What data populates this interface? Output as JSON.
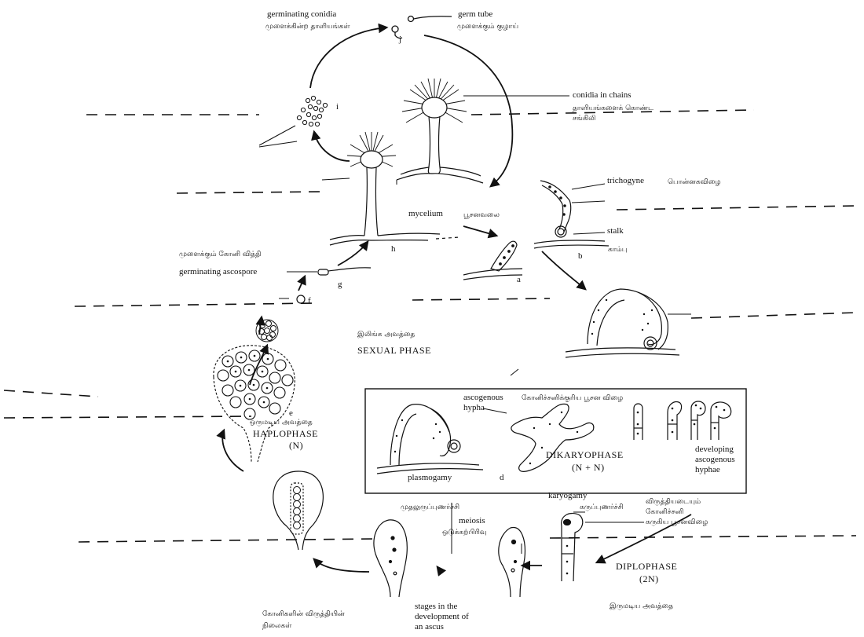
{
  "labels": {
    "germinating_conidia": "germinating conidia",
    "germinating_conidia_ta": "முளைக்கின்ற தாளியங்கள்",
    "germ_tube": "germ tube",
    "germ_tube_ta": "முளைக்கும் குழாய்",
    "j": "j",
    "i": "i",
    "conidia_in_chains": "conidia in chains",
    "conidia_in_chains_ta_1": "தாளியங்களைக் கொண்ட",
    "conidia_in_chains_ta_2": "சங்கிலி",
    "trichogyne": "trichogyne",
    "trichogyne_ta": "பொன்னகவிழை",
    "mycelium": "mycelium",
    "mycelium_ta": "பூசனவலை",
    "stalk": "stalk",
    "b_1": "b",
    "stalk_ta": "காம்பு",
    "h": "h",
    "a": "a",
    "germinating_ascospore_ta": "முளைக்கும் கோனி வித்தி",
    "germinating_ascospore": "germinating ascospore",
    "g": "g",
    "f": "f",
    "sexual_phase_ta": "இலிங்க அவத்தை",
    "sexual_phase": "SEXUAL PHASE",
    "ascogenous_1": "ascogenous",
    "ascogenous_2": "hypha",
    "ascogenous_ta": "கோனிச்சனிக்குரிய பூசன விழை",
    "haplophase_ta": "ஒருமடிய அவத்தை",
    "haplophase": "HAPLOPHASE",
    "haplophase_n": "(N)",
    "e": "e",
    "dikaryophase": "DIKARYOPHASE",
    "dikaryophase_n": "(N + N)",
    "developing_1": "developing",
    "developing_2": "ascogenous",
    "developing_3": "hyphae",
    "plasmogamy": "plasmogamy",
    "d": "d",
    "plasmogamy_ta": "முதலுருப்புணர்ச்சி",
    "dev_hyphae_ta_1": "விருத்தியடையும்",
    "dev_hyphae_ta_2": "கோனிச்சனி",
    "dev_hyphae_ta_3": "கருகிய பூசனவிழை",
    "karyogamy": "karyogamy",
    "karyogamy_ta": "கருப்புணர்ச்சி",
    "meiosis": "meiosis",
    "meiosis_ta": "ஒடுக்கற்பிரிவு",
    "diplophase": "DIPLOPHASE",
    "diplophase_n": "(2N)",
    "diplophase_ta": "இருமடிய அவத்தை",
    "stages_1": "stages in the",
    "stages_2": "development of",
    "stages_3": "an ascus",
    "stages_ta_1": "கோனிகளின் விருத்தியின்",
    "stages_ta_2": "நிலைகள்"
  }
}
